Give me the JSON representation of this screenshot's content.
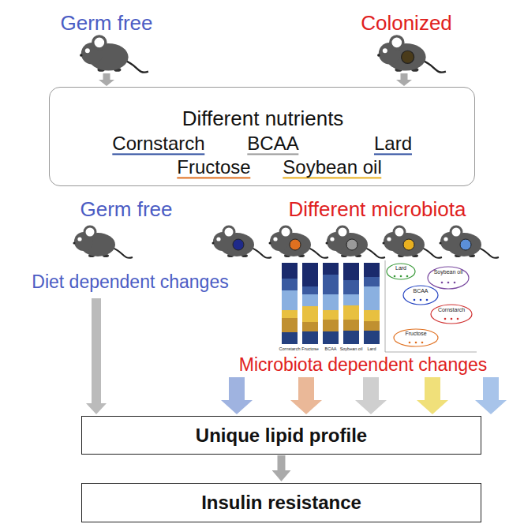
{
  "diagram": {
    "nodes": [
      {
        "text": [
          "Different nutrients",
          "Cornstarch",
          "BCAA",
          "Lard",
          "Fructose",
          "Soybean oil"
        ]
      },
      {
        "text": [
          "Unique lipid profile"
        ]
      },
      {
        "text": [
          "Insulin resistance"
        ]
      }
    ],
    "edges": [
      {
        "from": 1,
        "to": 2,
        "arrow": "to"
      }
    ],
    "labels": [
      "Germ free",
      "Colonized",
      "Germ free",
      "Different microbiota",
      "Diet dependent changes",
      "Cornstarch",
      "Fructose",
      "BCAA",
      "Soybean oil",
      "Lard",
      "Lard",
      "Soybean oil",
      "BCAA",
      "Cornstarch",
      "Fructose",
      "Microbiota dependent changes"
    ]
  }
}
